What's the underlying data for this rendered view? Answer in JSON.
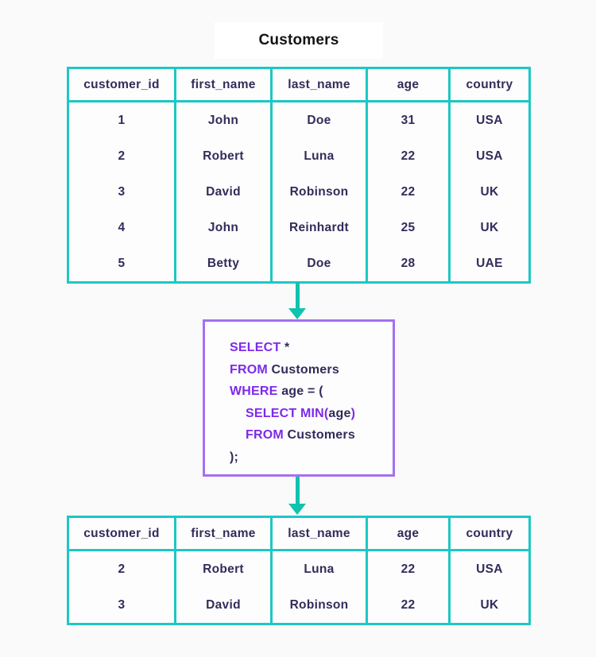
{
  "title": "Customers",
  "colors": {
    "table_border_teal": "#1dc7c4",
    "arrow_teal": "#10c3ae",
    "text_navy": "#322c59",
    "sql_keyword_purple": "#7d2ae8",
    "sql_box_border_purple": "#a470f2",
    "title_black": "#141414",
    "background": "#fbfafa"
  },
  "source_table": {
    "headers": [
      "customer_id",
      "first_name",
      "last_name",
      "age",
      "country"
    ],
    "rows": [
      [
        "1",
        "John",
        "Doe",
        "31",
        "USA"
      ],
      [
        "2",
        "Robert",
        "Luna",
        "22",
        "USA"
      ],
      [
        "3",
        "David",
        "Robinson",
        "22",
        "UK"
      ],
      [
        "4",
        "John",
        "Reinhardt",
        "25",
        "UK"
      ],
      [
        "5",
        "Betty",
        "Doe",
        "28",
        "UAE"
      ]
    ]
  },
  "sql_query": {
    "full_text": "SELECT * FROM Customers WHERE age = ( SELECT MIN(age) FROM Customers );",
    "lines": [
      {
        "indent": 0,
        "segments": [
          {
            "kind": "keyword",
            "text": "SELECT"
          },
          {
            "kind": "plain",
            "text": " *"
          }
        ]
      },
      {
        "indent": 0,
        "segments": [
          {
            "kind": "keyword",
            "text": "FROM"
          },
          {
            "kind": "plain",
            "text": " Customers"
          }
        ]
      },
      {
        "indent": 0,
        "segments": [
          {
            "kind": "keyword",
            "text": "WHERE"
          },
          {
            "kind": "plain",
            "text": " age = ("
          }
        ]
      },
      {
        "indent": 1,
        "segments": [
          {
            "kind": "keyword",
            "text": "SELECT MIN("
          },
          {
            "kind": "plain",
            "text": "age"
          },
          {
            "kind": "keyword",
            "text": ")"
          }
        ]
      },
      {
        "indent": 1,
        "segments": [
          {
            "kind": "keyword",
            "text": "FROM"
          },
          {
            "kind": "plain",
            "text": " Customers"
          }
        ]
      },
      {
        "indent": 0,
        "segments": [
          {
            "kind": "plain",
            "text": ");"
          }
        ]
      }
    ]
  },
  "result_table": {
    "headers": [
      "customer_id",
      "first_name",
      "last_name",
      "age",
      "country"
    ],
    "rows": [
      [
        "2",
        "Robert",
        "Luna",
        "22",
        "USA"
      ],
      [
        "3",
        "David",
        "Robinson",
        "22",
        "UK"
      ]
    ]
  }
}
